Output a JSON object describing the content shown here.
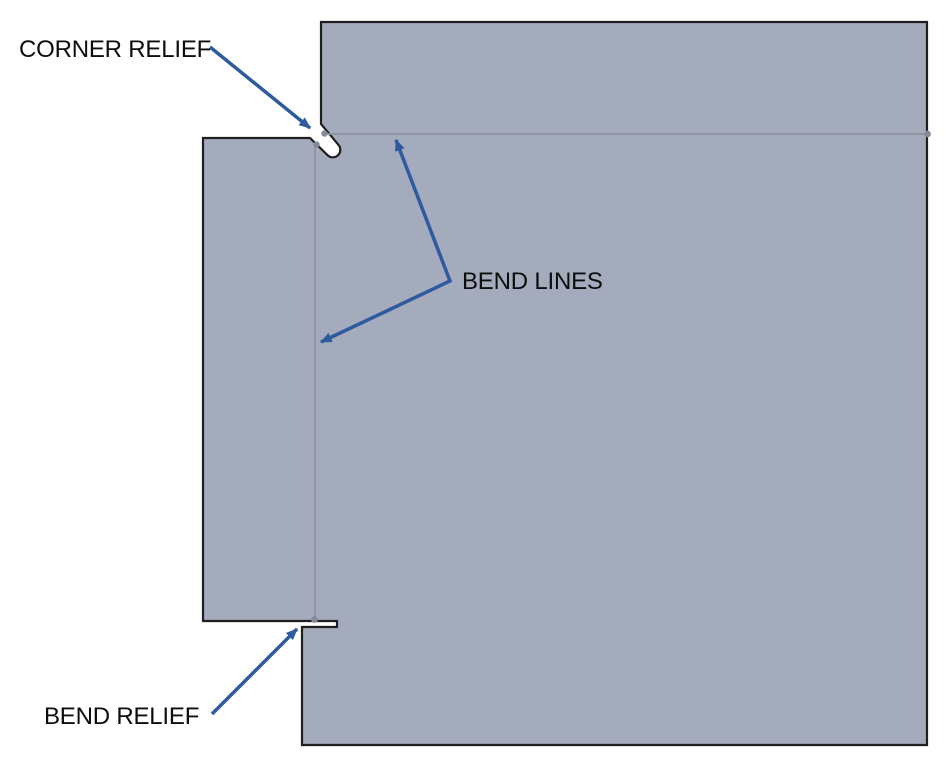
{
  "diagram": {
    "labels": {
      "corner_relief": "CORNER RELIEF",
      "bend_lines": "BEND LINES",
      "bend_relief": "BEND RELIEF"
    },
    "colors": {
      "background": "#ffffff",
      "sheet_fill": "#a4abbd",
      "sheet_outline": "#1f1f1f",
      "bend_line": "#8e949f",
      "bend_line_endpoint": "#848b97",
      "arrow": "#2e5b9e",
      "label_text": "#0d0d0d"
    }
  }
}
